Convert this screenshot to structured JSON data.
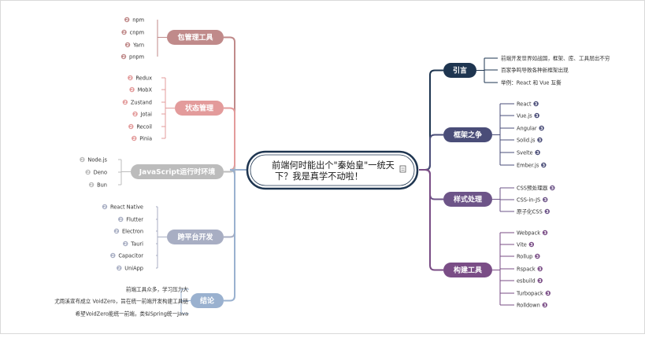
{
  "center": {
    "line1": "前端何时能出个\"秦始皇\"一统天",
    "line2": "下？我是真学不动啦！"
  },
  "colors": {
    "frame": "#1e3550",
    "pkg": "#c08a8a",
    "state": "#e39b9b",
    "runtime": "#bcbcbc",
    "cross": "#a8aec3",
    "conclusion": "#9ab1cf",
    "intro": "#1e3550",
    "framework": "#4a4d78",
    "style": "#6d5488",
    "build": "#7a4d86"
  },
  "branches": {
    "pkg": {
      "label": "包管理工具",
      "items": [
        {
          "marker": "2",
          "text": "npm"
        },
        {
          "marker": "2",
          "text": "cnpm"
        },
        {
          "marker": "2",
          "text": "Yarn"
        },
        {
          "marker": "2",
          "text": "pnpm"
        }
      ]
    },
    "state": {
      "label": "状态管理",
      "items": [
        {
          "marker": "2",
          "text": "Redux"
        },
        {
          "marker": "2",
          "text": "MobX"
        },
        {
          "marker": "2",
          "text": "Zustand"
        },
        {
          "marker": "2",
          "text": "Jotai"
        },
        {
          "marker": "2",
          "text": "Recoil"
        },
        {
          "marker": "2",
          "text": "Pinia"
        }
      ]
    },
    "runtime": {
      "label": "JavaScript运行时环境",
      "items": [
        {
          "marker": "2",
          "text": "Node.js"
        },
        {
          "marker": "2",
          "text": "Deno"
        },
        {
          "marker": "2",
          "text": "Bun"
        }
      ]
    },
    "cross": {
      "label": "跨平台开发",
      "items": [
        {
          "marker": "2",
          "text": "React Native"
        },
        {
          "marker": "2",
          "text": "Flutter"
        },
        {
          "marker": "2",
          "text": "Electron"
        },
        {
          "marker": "2",
          "text": "Tauri"
        },
        {
          "marker": "2",
          "text": "Capacitor"
        },
        {
          "marker": "2",
          "text": "UniApp"
        }
      ]
    },
    "conclusion": {
      "label": "结论",
      "items": [
        {
          "text": "前端工具众多，学习压力大"
        },
        {
          "text": "尤雨溪宣布成立 VoidZero，旨在统一前端开发构建工具链"
        },
        {
          "text": "希望VoidZero能统一前端，类似Spring统一Java"
        }
      ]
    },
    "intro": {
      "label": "引言",
      "items": [
        {
          "text": "前端开发世界如战国，框架、库、工具层出不穷"
        },
        {
          "text": "百家争鸣导致各种新框架出现"
        },
        {
          "text": "举例：React 和 Vue 互撕"
        }
      ]
    },
    "framework": {
      "label": "框架之争",
      "items": [
        {
          "marker": "3",
          "text": "React"
        },
        {
          "marker": "3",
          "text": "Vue.js"
        },
        {
          "marker": "3",
          "text": "Angular"
        },
        {
          "marker": "3",
          "text": "Solid.js"
        },
        {
          "marker": "3",
          "text": "Svelte"
        },
        {
          "marker": "3",
          "text": "Ember.js"
        }
      ]
    },
    "style": {
      "label": "样式处理",
      "items": [
        {
          "marker": "3",
          "text": "CSS预处理器"
        },
        {
          "marker": "3",
          "text": "CSS-in-JS"
        },
        {
          "marker": "3",
          "text": "原子化CSS"
        }
      ]
    },
    "build": {
      "label": "构建工具",
      "items": [
        {
          "marker": "3",
          "text": "Webpack"
        },
        {
          "marker": "3",
          "text": "Vite"
        },
        {
          "marker": "3",
          "text": "Rollup"
        },
        {
          "marker": "3",
          "text": "Rspack"
        },
        {
          "marker": "3",
          "text": "esbuild"
        },
        {
          "marker": "3",
          "text": "Turbopack"
        },
        {
          "marker": "3",
          "text": "Rolldown"
        }
      ]
    }
  }
}
